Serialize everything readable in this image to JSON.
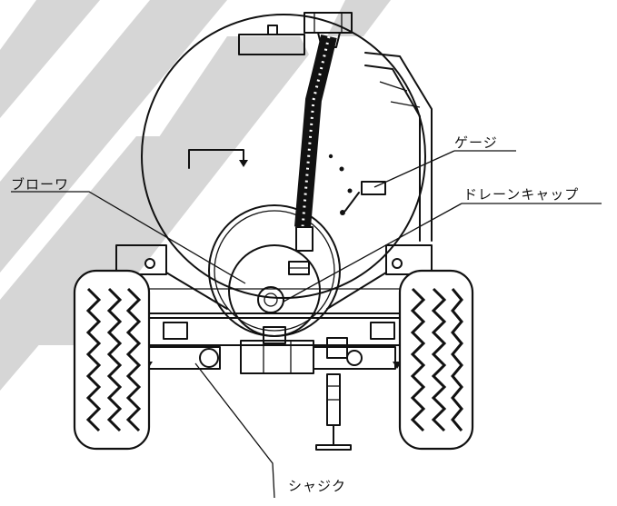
{
  "labels": {
    "gauge": "ゲージ",
    "blower": "ブローワ",
    "drain_cap": "ドレーンキャップ",
    "chassis": "シャジク"
  },
  "colors": {
    "line": "#111111",
    "background": "#ffffff",
    "watermark": "#d6d6d6"
  }
}
